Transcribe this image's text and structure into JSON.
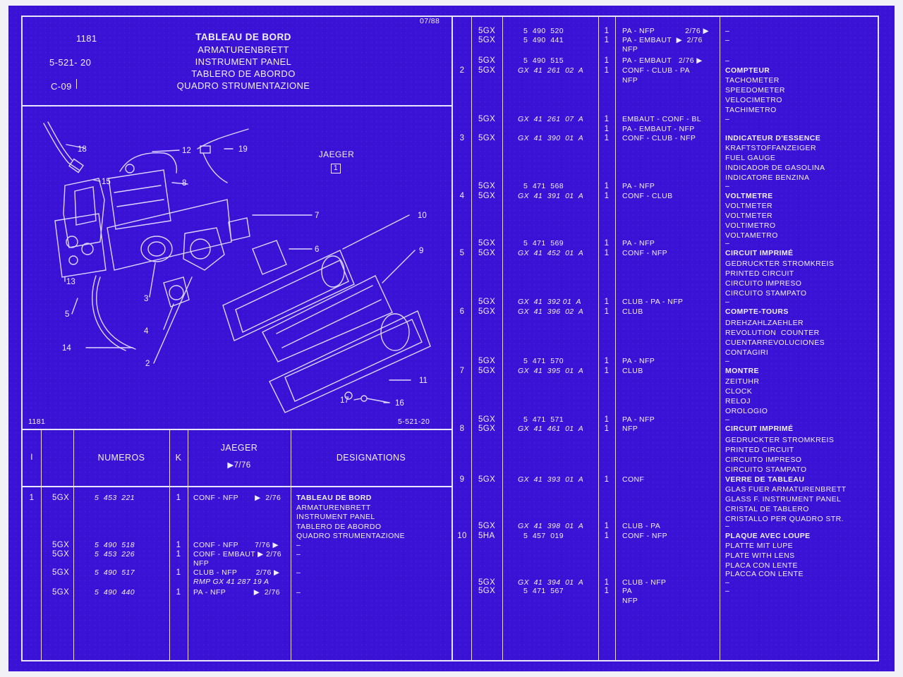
{
  "header": {
    "date": "07/88",
    "plate_no": "1181",
    "ref_no": "5-521- 20",
    "group": "C-09",
    "titles": [
      "TABLEAU DE BORD",
      "ARMATURENBRETT",
      "INSTRUMENT PANEL",
      "TABLERO DE ABORDO",
      "QUADRO STRUMENTAZIONE"
    ]
  },
  "diagram": {
    "maker": "JAEGER",
    "maker_box": "1",
    "plate_label": "1181",
    "ref_label": "5-521-20",
    "callouts": [
      "18",
      "12",
      "19",
      "15",
      "8",
      "7",
      "10",
      "9",
      "6",
      "13",
      "3",
      "4",
      "5",
      "14",
      "2",
      "11",
      "17",
      "16",
      "1"
    ]
  },
  "left_table": {
    "headers": {
      "index": "I",
      "numeros": "NUMEROS",
      "k": "K",
      "jaeger": "JAEGER",
      "jaeger_sub": "▶7/76",
      "designations": "DESIGNATIONS"
    },
    "rows": [
      {
        "i": "1",
        "pref": "5GX",
        "num": "5  453  221",
        "k": "1",
        "app": "CONF - NFP       ▶  2/76",
        "des": "TABLEAU DE BORD"
      },
      {
        "pref": "",
        "num": "",
        "k": "",
        "app": "",
        "des": "ARMATURENBRETT"
      },
      {
        "pref": "",
        "num": "",
        "k": "",
        "app": "",
        "des": "INSTRUMENT PANEL"
      },
      {
        "pref": "",
        "num": "",
        "k": "",
        "app": "",
        "des": "TABLERO DE ABORDO"
      },
      {
        "pref": "",
        "num": "",
        "k": "",
        "app": "",
        "des": "QUADRO STRUMENTAZIONE"
      },
      {
        "pref": "5GX",
        "num": "5  490  518",
        "k": "1",
        "app": "CONF - NFP       7/76 ▶",
        "des": "–"
      },
      {
        "pref": "5GX",
        "num": "5  453  226",
        "k": "1",
        "app": "CONF - EMBAUT ▶ 2/76",
        "des": "–"
      },
      {
        "pref": "",
        "num": "",
        "k": "",
        "app": "NFP",
        "des": ""
      },
      {
        "pref": "5GX",
        "num": "5  490  517",
        "k": "1",
        "app": "CLUB - NFP        2/76 ▶",
        "des": "–"
      },
      {
        "pref": "",
        "num": "",
        "k": "",
        "app": "RMP GX 41 287 19 A",
        "des": ""
      },
      {
        "pref": "5GX",
        "num": "5  490  440",
        "k": "1",
        "app": "PA - NFP            ▶  2/76",
        "des": "–"
      }
    ]
  },
  "right_table": {
    "groups": [
      {
        "idx": "",
        "lines": [
          {
            "pref": "5GX",
            "num": "5  490  520",
            "k": "1",
            "app": "PA - NFP             2/76 ▶",
            "des": "–"
          },
          {
            "pref": "5GX",
            "num": "5  490  441",
            "k": "1",
            "app": "PA - EMBAUT  ▶  2/76",
            "des": "–"
          },
          {
            "pref": "",
            "num": "",
            "k": "",
            "app": "NFP",
            "des": ""
          },
          {
            "pref": "5GX",
            "num": "5  490  515",
            "k": "1",
            "app": "PA - EMBAUT   2/76 ▶",
            "des": "–"
          }
        ]
      },
      {
        "idx": "2",
        "lines": [
          {
            "pref": "5GX",
            "num": "GX  41  261  02  A",
            "k": "1",
            "app": "CONF - CLUB - PA",
            "des": "COMPTEUR",
            "bold": true
          },
          {
            "pref": "",
            "num": "",
            "k": "",
            "app": "NFP",
            "des": "TACHOMETER"
          },
          {
            "pref": "",
            "num": "",
            "k": "",
            "app": "",
            "des": "SPEEDOMETER"
          },
          {
            "pref": "",
            "num": "",
            "k": "",
            "app": "",
            "des": "VELOCIMETRO"
          },
          {
            "pref": "",
            "num": "",
            "k": "",
            "app": "",
            "des": "TACHIMETRO"
          },
          {
            "pref": "5GX",
            "num": "GX  41  261  07  A",
            "k": "1",
            "app": "EMBAUT - CONF - BL",
            "des": "–"
          },
          {
            "pref": "",
            "num": "",
            "k": "1",
            "app": "PA - EMBAUT - NFP",
            "des": ""
          }
        ]
      },
      {
        "idx": "3",
        "lines": [
          {
            "pref": "5GX",
            "num": "GX  41  390  01  A",
            "k": "1",
            "app": "CONF - CLUB - NFP",
            "des": "INDICATEUR D'ESSENCE",
            "bold": true
          },
          {
            "pref": "",
            "num": "",
            "k": "",
            "app": "",
            "des": "KRAFTSTOFFANZEIGER"
          },
          {
            "pref": "",
            "num": "",
            "k": "",
            "app": "",
            "des": "FUEL GAUGE"
          },
          {
            "pref": "",
            "num": "",
            "k": "",
            "app": "",
            "des": "INDICADOR DE GASOLINA"
          },
          {
            "pref": "",
            "num": "",
            "k": "",
            "app": "",
            "des": "INDICATORE BENZINA"
          },
          {
            "pref": "5GX",
            "num": "5  471  568",
            "k": "1",
            "app": "PA - NFP",
            "des": "–"
          }
        ]
      },
      {
        "idx": "4",
        "lines": [
          {
            "pref": "5GX",
            "num": "GX  41  391  01  A",
            "k": "1",
            "app": "CONF - CLUB",
            "des": "VOLTMETRE",
            "bold": true
          },
          {
            "pref": "",
            "num": "",
            "k": "",
            "app": "",
            "des": "VOLTMETER"
          },
          {
            "pref": "",
            "num": "",
            "k": "",
            "app": "",
            "des": "VOLTMETER"
          },
          {
            "pref": "",
            "num": "",
            "k": "",
            "app": "",
            "des": "VOLTIMETRO"
          },
          {
            "pref": "",
            "num": "",
            "k": "",
            "app": "",
            "des": "VOLTAMETRO"
          },
          {
            "pref": "5GX",
            "num": "5  471  569",
            "k": "1",
            "app": "PA - NFP",
            "des": "–"
          }
        ]
      },
      {
        "idx": "5",
        "lines": [
          {
            "pref": "5GX",
            "num": "GX  41  452  01  A",
            "k": "1",
            "app": "CONF - NFP",
            "des": "CIRCUIT IMPRIMÉ",
            "bold": true
          },
          {
            "pref": "",
            "num": "",
            "k": "",
            "app": "",
            "des": "GEDRUCKTER STROMKREIS"
          },
          {
            "pref": "",
            "num": "",
            "k": "",
            "app": "",
            "des": "PRINTED CIRCUIT"
          },
          {
            "pref": "",
            "num": "",
            "k": "",
            "app": "",
            "des": "CIRCUITO IMPRESO"
          },
          {
            "pref": "",
            "num": "",
            "k": "",
            "app": "",
            "des": "CIRCUITO STAMPATO"
          },
          {
            "pref": "5GX",
            "num": "GX  41  392 01  A",
            "k": "1",
            "app": "CLUB - PA - NFP",
            "des": "–"
          }
        ]
      },
      {
        "idx": "6",
        "lines": [
          {
            "pref": "5GX",
            "num": "GX  41  396  02  A",
            "k": "1",
            "app": "CLUB",
            "des": "COMPTE-TOURS",
            "bold": true
          },
          {
            "pref": "",
            "num": "",
            "k": "",
            "app": "",
            "des": "DREHZAHLZAEHLER"
          },
          {
            "pref": "",
            "num": "",
            "k": "",
            "app": "",
            "des": "REVOLUTION  COUNTER"
          },
          {
            "pref": "",
            "num": "",
            "k": "",
            "app": "",
            "des": "CUENTARREVOLUCIONES"
          },
          {
            "pref": "",
            "num": "",
            "k": "",
            "app": "",
            "des": "CONTAGIRI"
          },
          {
            "pref": "5GX",
            "num": "5  471  570",
            "k": "1",
            "app": "PA - NFP",
            "des": "–"
          }
        ]
      },
      {
        "idx": "7",
        "lines": [
          {
            "pref": "5GX",
            "num": "GX  41  395  01  A",
            "k": "1",
            "app": "CLUB",
            "des": "MONTRE",
            "bold": true
          },
          {
            "pref": "",
            "num": "",
            "k": "",
            "app": "",
            "des": "ZEITUHR"
          },
          {
            "pref": "",
            "num": "",
            "k": "",
            "app": "",
            "des": "CLOCK"
          },
          {
            "pref": "",
            "num": "",
            "k": "",
            "app": "",
            "des": "RELOJ"
          },
          {
            "pref": "",
            "num": "",
            "k": "",
            "app": "",
            "des": "OROLOGIO"
          },
          {
            "pref": "5GX",
            "num": "5  471  571",
            "k": "1",
            "app": "PA - NFP",
            "des": "–"
          }
        ]
      },
      {
        "idx": "8",
        "lines": [
          {
            "pref": "5GX",
            "num": "GX  41  461  01  A",
            "k": "1",
            "app": "NFP",
            "des": "CIRCUIT IMPRIMÉ",
            "bold": true
          },
          {
            "pref": "",
            "num": "",
            "k": "",
            "app": "",
            "des": "GEDRUCKTER STROMKREIS"
          },
          {
            "pref": "",
            "num": "",
            "k": "",
            "app": "",
            "des": "PRINTED CIRCUIT"
          },
          {
            "pref": "",
            "num": "",
            "k": "",
            "app": "",
            "des": "CIRCUITO IMPRESO"
          },
          {
            "pref": "",
            "num": "",
            "k": "",
            "app": "",
            "des": "CIRCUITO STAMPATO"
          }
        ]
      },
      {
        "idx": "9",
        "lines": [
          {
            "pref": "5GX",
            "num": "GX  41  393  01  A",
            "k": "1",
            "app": "CONF",
            "des": "VERRE DE TABLEAU",
            "bold": true
          },
          {
            "pref": "",
            "num": "",
            "k": "",
            "app": "",
            "des": "GLAS FUER ARMATURENBRETT"
          },
          {
            "pref": "",
            "num": "",
            "k": "",
            "app": "",
            "des": "GLASS F. INSTRUMENT PANEL"
          },
          {
            "pref": "",
            "num": "",
            "k": "",
            "app": "",
            "des": "CRISTAL DE TABLERO"
          },
          {
            "pref": "",
            "num": "",
            "k": "",
            "app": "",
            "des": "CRISTALLO PER QUADRO STR."
          },
          {
            "pref": "5GX",
            "num": "GX  41  398  01  A",
            "k": "1",
            "app": "CLUB - PA",
            "des": "–"
          }
        ]
      },
      {
        "idx": "10",
        "lines": [
          {
            "pref": "5HA",
            "num": "5  457  019",
            "k": "1",
            "app": "CONF - NFP",
            "des": "PLAQUE AVEC LOUPE",
            "bold": true
          },
          {
            "pref": "",
            "num": "",
            "k": "",
            "app": "",
            "des": "PLATTE MIT LUPE"
          },
          {
            "pref": "",
            "num": "",
            "k": "",
            "app": "",
            "des": "PLATE WITH LENS"
          },
          {
            "pref": "",
            "num": "",
            "k": "",
            "app": "",
            "des": "PLACA CON LENTE"
          },
          {
            "pref": "",
            "num": "",
            "k": "",
            "app": "",
            "des": "PLACCA CON LENTE"
          },
          {
            "pref": "5GX",
            "num": "GX  41  394  01  A",
            "k": "1",
            "app": "CLUB - NFP",
            "des": "–"
          },
          {
            "pref": "5GX",
            "num": "5  471  567",
            "k": "1",
            "app": "PA",
            "des": "–"
          },
          {
            "pref": "",
            "num": "",
            "k": "",
            "app": "NFP",
            "des": ""
          }
        ]
      }
    ]
  },
  "colors": {
    "sheet": "#3a12d6",
    "ink": "#f2f0ff",
    "border": "#f3f1f8"
  }
}
